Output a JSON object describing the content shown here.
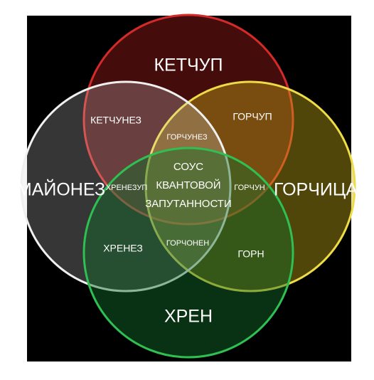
{
  "sets": [
    {
      "label": "КЕТЧУП",
      "fill": "#8a1818",
      "stroke": "#d42a2a"
    },
    {
      "label": "ГОРЧИЦА",
      "fill": "#c9b017",
      "stroke": "#eedc47"
    },
    {
      "label": "МАЙОНЕЗ",
      "fill": "#d9d9d9",
      "stroke": "#f0f0f0"
    },
    {
      "label": "ХРЕН",
      "fill": "#156e2c",
      "stroke": "#2fbf52"
    }
  ],
  "overlaps": {
    "ketchup_mayo": "КЕТЧУНЕЗ",
    "ketchup_mustard": "ГОРЧУП",
    "ketchup_mustard_mayo": "ГОРЧУНЕЗ",
    "mayo_horseradish_ketchup": "ХРЕНЕЗУП",
    "mustard_horseradish_ketchup": "ГОРЧУН",
    "mayo_horseradish": "ХРЕНЕЗ",
    "mustard_horseradish": "ГОРН",
    "mayo_mustard_horseradish": "ГОРЧОНЕН"
  },
  "center": {
    "line1": "СОУС",
    "line2": "КВАНТОВОЙ",
    "line3": "ЗАПУТАННОСТИ"
  }
}
